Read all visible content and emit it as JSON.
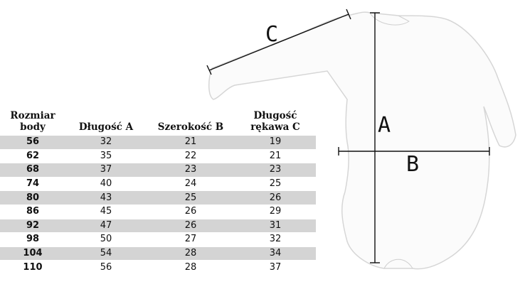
{
  "table": {
    "headers": [
      [
        "Rozmiar",
        "body"
      ],
      [
        "Długość A"
      ],
      [
        "Szerokość B"
      ],
      [
        "Długość",
        "rękawa C"
      ]
    ],
    "rows": [
      [
        "56",
        "32",
        "21",
        "19"
      ],
      [
        "62",
        "35",
        "22",
        "21"
      ],
      [
        "68",
        "37",
        "23",
        "23"
      ],
      [
        "74",
        "40",
        "24",
        "25"
      ],
      [
        "80",
        "43",
        "25",
        "26"
      ],
      [
        "86",
        "45",
        "26",
        "29"
      ],
      [
        "92",
        "47",
        "26",
        "31"
      ],
      [
        "98",
        "50",
        "27",
        "32"
      ],
      [
        "104",
        "54",
        "28",
        "34"
      ],
      [
        "110",
        "56",
        "28",
        "37"
      ]
    ],
    "stripe_color": "#d4d4d4"
  },
  "diagram": {
    "labels": {
      "a": "A",
      "b": "B",
      "c": "C"
    },
    "garment": "long-sleeve baby bodysuit (white)"
  }
}
